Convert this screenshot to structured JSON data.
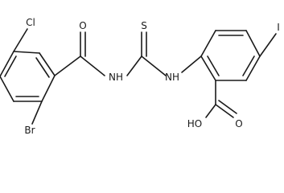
{
  "molecule": {
    "labels": {
      "cl": "Cl",
      "br": "Br",
      "o_carbonyl": "O",
      "nh_amide": "NH",
      "s_thio": "S",
      "nh_thio": "NH",
      "iodo": "I",
      "oh": "HO",
      "o_acid": "O"
    }
  }
}
